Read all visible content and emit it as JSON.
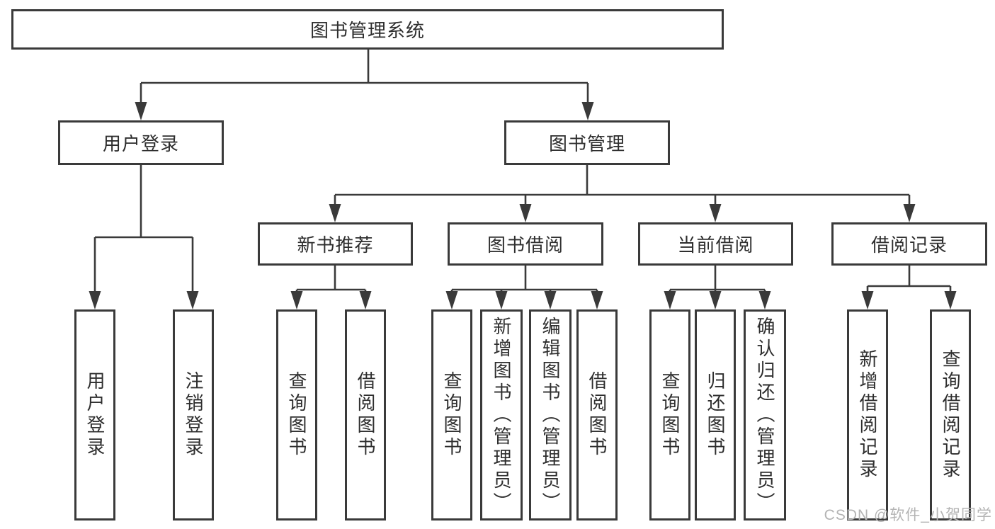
{
  "colors": {
    "line": "#3a3a3a",
    "text": "#2e2e2e",
    "background": "#ffffff",
    "watermark": "#b4b4b4"
  },
  "watermark": "CSDN @软件_小贺同学",
  "tree": {
    "root": {
      "label": "图书管理系统"
    },
    "user": {
      "label": "用户登录",
      "children": [
        "用户登录",
        "注销登录"
      ]
    },
    "mgmt": {
      "label": "图书管理",
      "sections": [
        {
          "label": "新书推荐",
          "children": [
            "查询图书",
            "借阅图书"
          ]
        },
        {
          "label": "图书借阅",
          "children": [
            "查询图书",
            "新增图书（管理员）",
            "编辑图书（管理员）",
            "借阅图书"
          ]
        },
        {
          "label": "当前借阅",
          "children": [
            "查询图书",
            "归还图书",
            "确认归还（管理员）"
          ]
        },
        {
          "label": "借阅记录",
          "children": [
            "新增借阅记录",
            "查询借阅记录"
          ]
        }
      ]
    }
  }
}
